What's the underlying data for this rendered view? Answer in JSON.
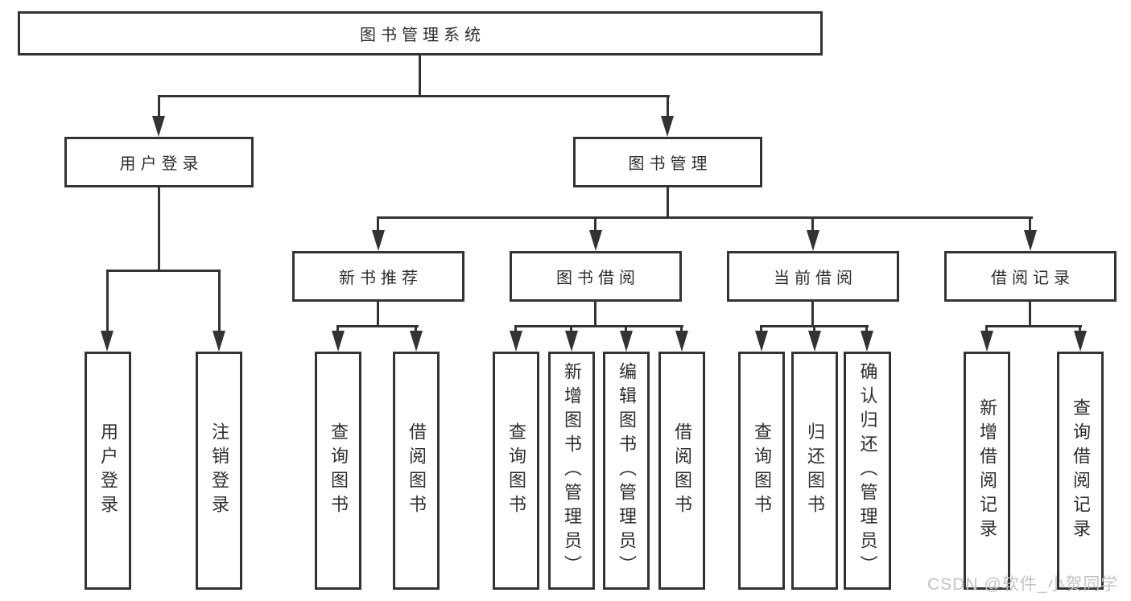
{
  "diagram": {
    "type": "hierarchy-tree",
    "colors": {
      "background": "#ffffff",
      "line": "#333333",
      "box_border": "#333333",
      "box_fill": "#ffffff",
      "text": "#2e2e2e",
      "watermark": "#c3c3c3"
    },
    "tree": {
      "label": "图书管理系统",
      "children": [
        {
          "label": "用户登录",
          "children": [
            {
              "label": "用户登录"
            },
            {
              "label": "注销登录"
            }
          ]
        },
        {
          "label": "图书管理",
          "children": [
            {
              "label": "新书推荐",
              "children": [
                {
                  "label": "查询图书"
                },
                {
                  "label": "借阅图书"
                }
              ]
            },
            {
              "label": "图书借阅",
              "children": [
                {
                  "label": "查询图书"
                },
                {
                  "label": "新增图书（管理员）"
                },
                {
                  "label": "编辑图书（管理员）"
                },
                {
                  "label": "借阅图书"
                }
              ]
            },
            {
              "label": "当前借阅",
              "children": [
                {
                  "label": "查询图书"
                },
                {
                  "label": "归还图书"
                },
                {
                  "label": "确认归还（管理员）"
                }
              ]
            },
            {
              "label": "借阅记录",
              "children": [
                {
                  "label": "新增借阅记录"
                },
                {
                  "label": "查询借阅记录"
                }
              ]
            }
          ]
        }
      ]
    },
    "watermark": {
      "text": "CSDN @软件_小贺同学"
    }
  }
}
